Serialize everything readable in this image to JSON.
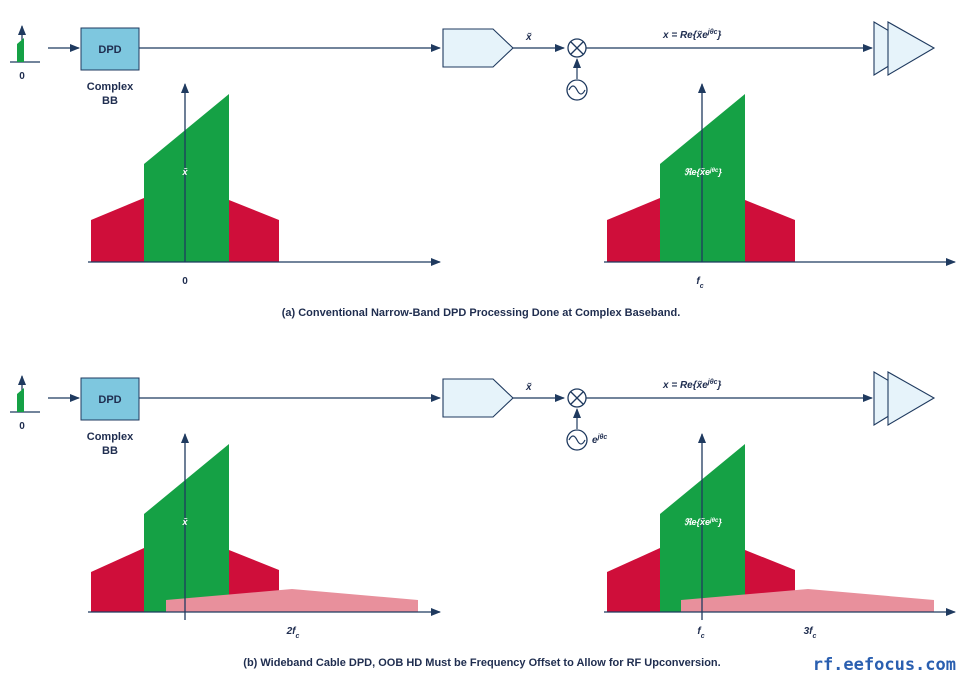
{
  "panel_a": {
    "dpd_label": "DPD",
    "complex_label_1": "Complex",
    "complex_label_2": "BB",
    "input_tick": "0",
    "x_tilde": "x̃",
    "mixer_eq": "x = Re{x̃e",
    "mixer_eq_sup": "jθc",
    "mixer_eq_end": "}",
    "spectrum_left_label": "x̃",
    "spectrum_left_tick": "0",
    "spectrum_right_label": "ℜe{x̃e",
    "spectrum_right_sup": "jθc",
    "spectrum_right_end": "}",
    "spectrum_right_tick": "f",
    "spectrum_right_tick_sub": "c",
    "caption": "(a) Conventional Narrow-Band DPD Processing Done at Complex Baseband."
  },
  "panel_b": {
    "dpd_label": "DPD",
    "complex_label_1": "Complex",
    "complex_label_2": "BB",
    "input_tick": "0",
    "x_tilde": "x̃",
    "mixer_eq": "x = Re{x̃e",
    "mixer_eq_sup": "jθc",
    "mixer_eq_end": "}",
    "lo_label": "e",
    "lo_label_sup": "jθc",
    "spectrum_left_label": "x̃",
    "spectrum_left_tick": "2f",
    "spectrum_left_tick_sub": "c",
    "spectrum_right_label": "ℜe{x̃e",
    "spectrum_right_sup": "jθc",
    "spectrum_right_end": "}",
    "spectrum_right_tick1": "f",
    "spectrum_right_tick1_sub": "c",
    "spectrum_right_tick2": "3f",
    "spectrum_right_tick2_sub": "c",
    "caption": "(b) Wideband Cable DPD, OOB HD Must be Frequency Offset to Allow for RF Upconversion."
  },
  "watermark": "rf.eefocus.com",
  "colors": {
    "signal": "#15a145",
    "distortion": "#cf0e3a",
    "harmonic": "#e8909c",
    "dpd_block": "#7ec7df",
    "lines": "#1f3a5f"
  }
}
